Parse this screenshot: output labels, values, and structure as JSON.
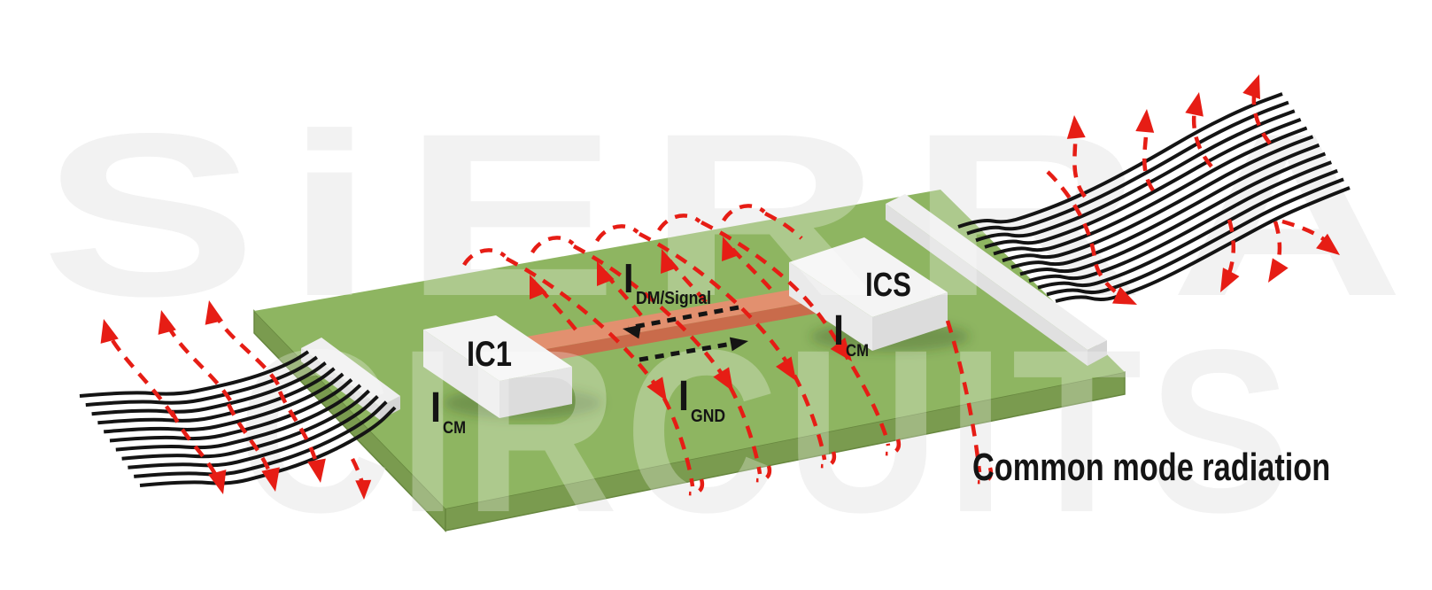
{
  "figure": {
    "caption": "Common mode radiation",
    "watermark": {
      "line1": "SiERRA",
      "line2": "CIRCUITS"
    },
    "labels": {
      "ic1": "IC1",
      "ics": "ICS",
      "i_dm": {
        "main": "I",
        "sub": "DM/Signal"
      },
      "i_cm_left": {
        "main": "I",
        "sub": "CM"
      },
      "i_cm_right": {
        "main": "I",
        "sub": "CM"
      },
      "i_gnd": {
        "main": "I",
        "sub": "GND"
      }
    },
    "colors": {
      "board": "#8eb561",
      "board_side": "#7a9b4f",
      "trace_top": "#e2906f",
      "trace_front": "#c96b4b",
      "chip_top": "#f4f4f4",
      "chip_left": "#eaeaea",
      "chip_right": "#dcdcdc",
      "red": "#e61d15",
      "ink": "#141414",
      "watermark": "#ededed"
    }
  }
}
